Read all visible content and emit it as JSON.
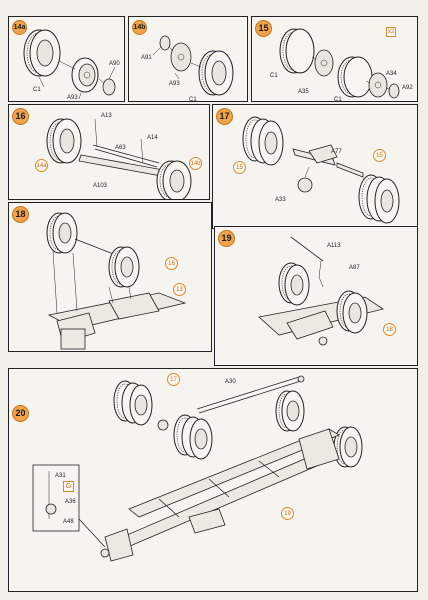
{
  "steps": {
    "s14a": {
      "number": "14a"
    },
    "s14b": {
      "number": "14b"
    },
    "s15": {
      "number": "15",
      "quantity": "x2"
    },
    "s16": {
      "number": "16"
    },
    "s17": {
      "number": "17"
    },
    "s18": {
      "number": "18"
    },
    "s19": {
      "number": "19"
    },
    "s20": {
      "number": "20"
    }
  },
  "parts": {
    "s14a": {
      "c1": "C1",
      "a93": "A93",
      "a90": "A90"
    },
    "s14b": {
      "a91": "A91",
      "a93": "A93",
      "c1": "C1"
    },
    "s15": {
      "c1a": "C1",
      "a35": "A35",
      "c1b": "C1",
      "a34": "A34",
      "a92": "A92"
    },
    "s16": {
      "a13": "A13",
      "a14": "A14",
      "a63": "A63",
      "a103": "A103",
      "ref14a": "14a",
      "ref14b": "14b"
    },
    "s17": {
      "ref15a": "15",
      "a77": "A77",
      "a33": "A33",
      "ref15b": "15"
    },
    "s18": {
      "ref16": "16",
      "ref13": "13"
    },
    "s19": {
      "a113": "A113",
      "a87": "A87",
      "ref18": "18"
    },
    "s20": {
      "ref17": "17",
      "a30": "A30",
      "a31": "A31",
      "g": "G",
      "a36": "A36",
      "a48": "A48",
      "ref19": "19"
    }
  }
}
